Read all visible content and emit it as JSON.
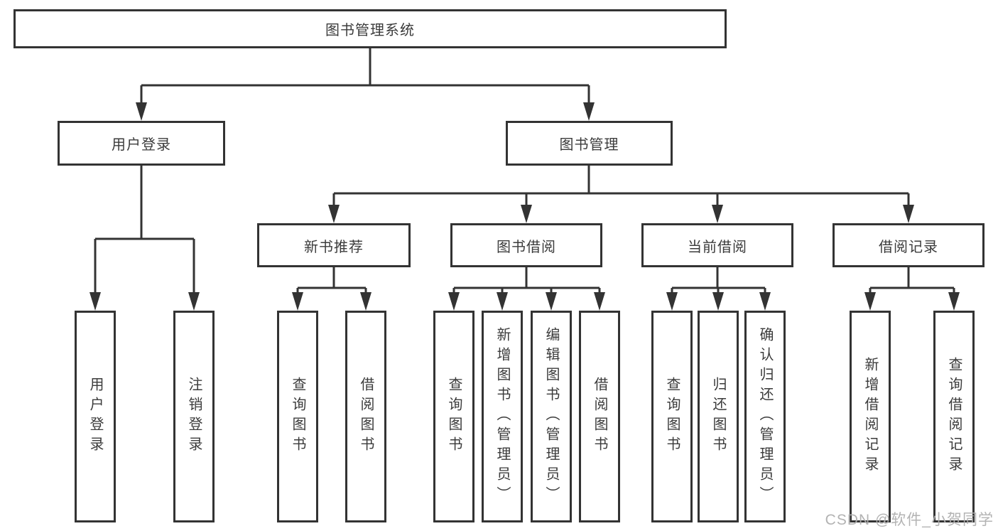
{
  "diagram": {
    "root": {
      "label": "图书管理系统"
    },
    "user_login": {
      "label": "用户登录",
      "children": [
        {
          "label": "用户登录"
        },
        {
          "label": "注销登录"
        }
      ]
    },
    "book_management": {
      "label": "图书管理",
      "modules": [
        {
          "label": "新书推荐",
          "children": [
            {
              "label": "查询图书"
            },
            {
              "label": "借阅图书"
            }
          ]
        },
        {
          "label": "图书借阅",
          "children": [
            {
              "label": "查询图书"
            },
            {
              "label": "新增图书（管理员）"
            },
            {
              "label": "编辑图书（管理员）"
            },
            {
              "label": "借阅图书"
            }
          ]
        },
        {
          "label": "当前借阅",
          "children": [
            {
              "label": "查询图书"
            },
            {
              "label": "归还图书"
            },
            {
              "label": "确认归还（管理员）"
            }
          ]
        },
        {
          "label": "借阅记录",
          "children": [
            {
              "label": "新增借阅记录"
            },
            {
              "label": "查询借阅记录"
            }
          ]
        }
      ]
    }
  },
  "watermark": "CSDN @软件_小贺同学",
  "colors": {
    "line": "#333333",
    "box_border": "#333333",
    "text": "#3b3b3b",
    "watermark": "#afafaf"
  }
}
